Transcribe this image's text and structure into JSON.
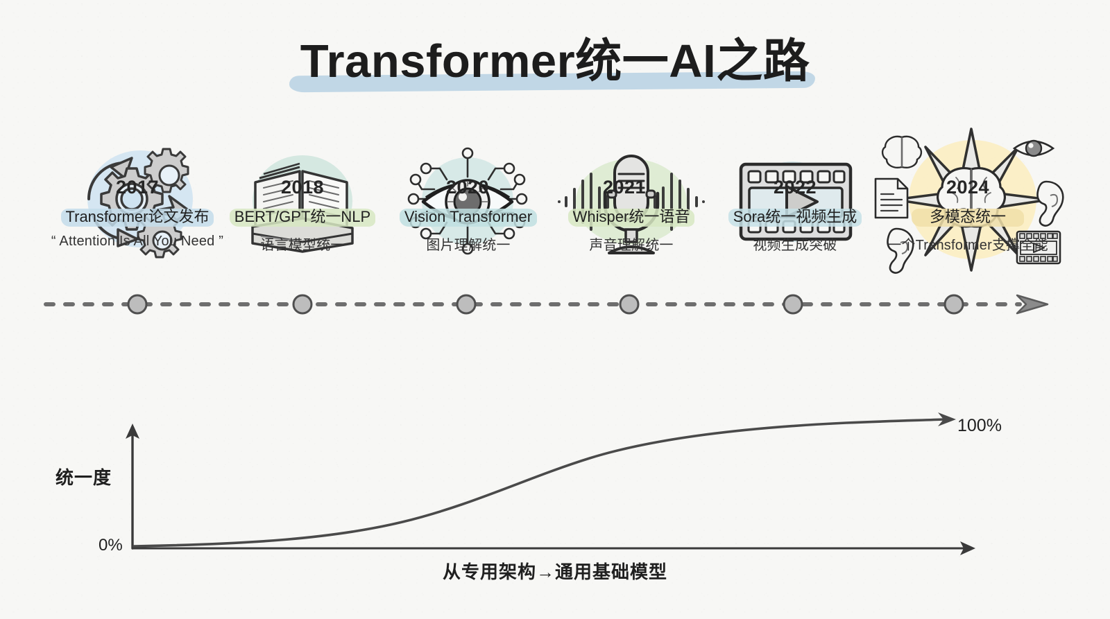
{
  "page": {
    "title": "Transformer统一AI之路",
    "background_color": "#f7f7f5",
    "title_underline_color": "#b9d3e4"
  },
  "timeline": {
    "axis_style": "dashed-with-arrow",
    "milestones": [
      {
        "year": "2017",
        "chip": "Transformer论文发布",
        "chip_color": "#c3dcea",
        "subtitle": "“ Attention Is All You Need ”",
        "icon": "gears-cycle-icon",
        "blob_color": "#cfe3f1"
      },
      {
        "year": "2018",
        "chip": "BERT/GPT统一NLP",
        "chip_color": "#d7e8c2",
        "subtitle": "语言模型统一",
        "icon": "open-books-icon",
        "blob_color": "#cfe5dd"
      },
      {
        "year": "2020",
        "chip": "Vision Transformer",
        "chip_color": "#bfdfe0",
        "subtitle": "图片理解统一",
        "icon": "circuit-eye-icon",
        "blob_color": "#d3e7e5"
      },
      {
        "year": "2021",
        "chip": "Whisper统一语音",
        "chip_color": "#d7e8c2",
        "subtitle": "声音理解统一",
        "icon": "microphone-waveform-icon",
        "blob_color": "#dcead0"
      },
      {
        "year": "2022",
        "chip": "Sora统一视频生成",
        "chip_color": "#c6e0e6",
        "subtitle": "视频生成突破",
        "icon": "film-play-icon",
        "blob_color": "#cfe3e8"
      },
      {
        "year": "2024",
        "chip": "多模态统一",
        "chip_color": "#f0dfa8",
        "subtitle": "一个Transformer支撑全能",
        "icon": "multimodal-brain-star-icon",
        "blob_color": "#fbedc2"
      }
    ]
  },
  "chart_data": {
    "type": "line",
    "title": "",
    "xlabel": "从专用架构→通用基础模型",
    "ylabel": "统一度",
    "ylim": [
      0,
      100
    ],
    "ytick_labels": [
      "0%",
      "100%"
    ],
    "grid": false,
    "legend": "none",
    "curve_shape": "sigmoid",
    "x": [
      0,
      10,
      20,
      30,
      40,
      50,
      60,
      70,
      80,
      90,
      100
    ],
    "values": [
      1,
      2,
      4,
      8,
      17,
      34,
      56,
      74,
      86,
      94,
      100
    ],
    "annotations": [
      {
        "text": "100%",
        "position": "curve-end-right"
      },
      {
        "text": "0%",
        "position": "y-axis-origin"
      }
    ]
  }
}
